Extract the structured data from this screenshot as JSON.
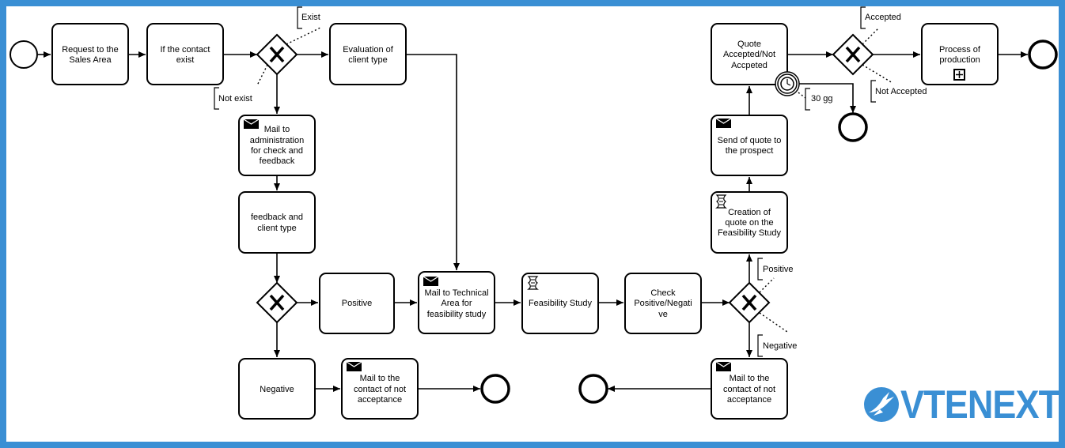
{
  "tasks": {
    "request": [
      "Request to the",
      "Sales Area"
    ],
    "contact_exist": [
      "If the contact",
      "exist"
    ],
    "evaluation": [
      "Evaluation of",
      "client type"
    ],
    "mail_admin": [
      "Mail to",
      "administration",
      "for check and",
      "feedback"
    ],
    "feedback": [
      "feedback and",
      "client type"
    ],
    "positive": [
      "Positive"
    ],
    "mail_technical": [
      "Mail to Technical",
      "Area for",
      "feasibility study"
    ],
    "feasibility": [
      "Feasibility Study"
    ],
    "check": [
      "Check",
      "Positive/Negati",
      "ve"
    ],
    "negative": [
      "Negative"
    ],
    "mail_not_accept_left": [
      "Mail to the",
      "contact of not",
      "acceptance"
    ],
    "mail_not_accept_right": [
      "Mail to the",
      "contact of not",
      "acceptance"
    ],
    "creation_quote": [
      "Creation of",
      "quote on the",
      "Feasibility Study"
    ],
    "send_quote": [
      "Send of quote to",
      "the prospect"
    ],
    "quote_accepted": [
      "Quote",
      "Accepted/Not",
      "Accpeted"
    ],
    "process_production": [
      "Process of",
      "production"
    ]
  },
  "annotations": {
    "exist": "Exist",
    "not_exist": "Not exist",
    "positive": "Positive",
    "negative": "Negative",
    "accepted": "Accepted",
    "not_accepted": "Not Accepted",
    "timer": "30 gg"
  },
  "icons": {
    "message": "envelope-icon",
    "script": "script-icon",
    "timer": "clock-icon",
    "subprocess": "plus-box-icon",
    "gateway": "exclusive-gateway-x"
  },
  "logo": {
    "text": "VTENEXT",
    "color": "#3a8fd4"
  },
  "colors": {
    "frame": "#3a8fd4",
    "stroke": "#000000"
  }
}
